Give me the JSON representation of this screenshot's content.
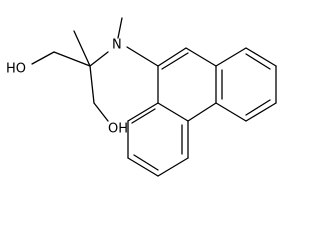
{
  "structure": {
    "atoms": {
      "hydroxyl_top": "HO",
      "hydroxyl_bottom": "OH",
      "amine_nitrogen": "N"
    }
  }
}
